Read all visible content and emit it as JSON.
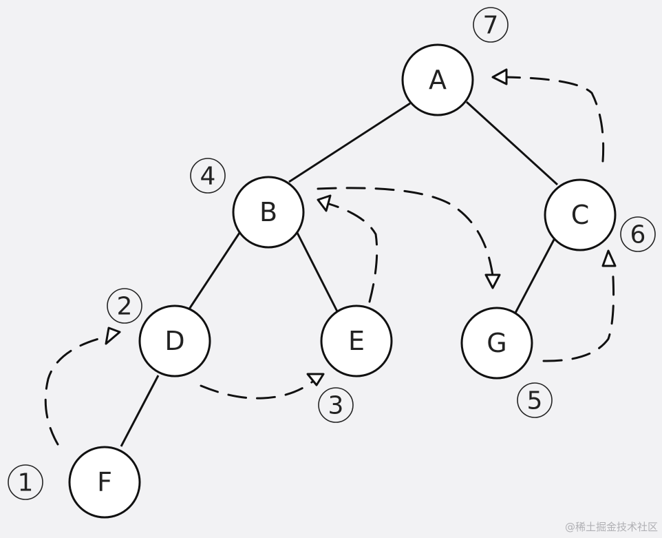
{
  "nodes": [
    {
      "id": "A",
      "label": "A"
    },
    {
      "id": "B",
      "label": "B"
    },
    {
      "id": "C",
      "label": "C"
    },
    {
      "id": "D",
      "label": "D"
    },
    {
      "id": "E",
      "label": "E"
    },
    {
      "id": "F",
      "label": "F"
    },
    {
      "id": "G",
      "label": "G"
    }
  ],
  "edges": [
    {
      "from": "A",
      "to": "B"
    },
    {
      "from": "A",
      "to": "C"
    },
    {
      "from": "B",
      "to": "D"
    },
    {
      "from": "B",
      "to": "E"
    },
    {
      "from": "D",
      "to": "F"
    },
    {
      "from": "C",
      "to": "G"
    }
  ],
  "traversal_steps": [
    {
      "label": "1",
      "node": "F"
    },
    {
      "label": "2",
      "node": "D"
    },
    {
      "label": "3",
      "node": "E"
    },
    {
      "label": "4",
      "node": "B"
    },
    {
      "label": "5",
      "node": "G"
    },
    {
      "label": "6",
      "node": "C"
    },
    {
      "label": "7",
      "node": "A"
    }
  ],
  "traversal_arrows": [
    {
      "from": "F",
      "to": "D"
    },
    {
      "from": "D",
      "to": "E"
    },
    {
      "from": "E",
      "to": "B"
    },
    {
      "from": "B",
      "to": "G"
    },
    {
      "from": "G",
      "to": "C"
    },
    {
      "from": "C",
      "to": "A"
    }
  ],
  "watermark": "@稀土掘金技术社区"
}
